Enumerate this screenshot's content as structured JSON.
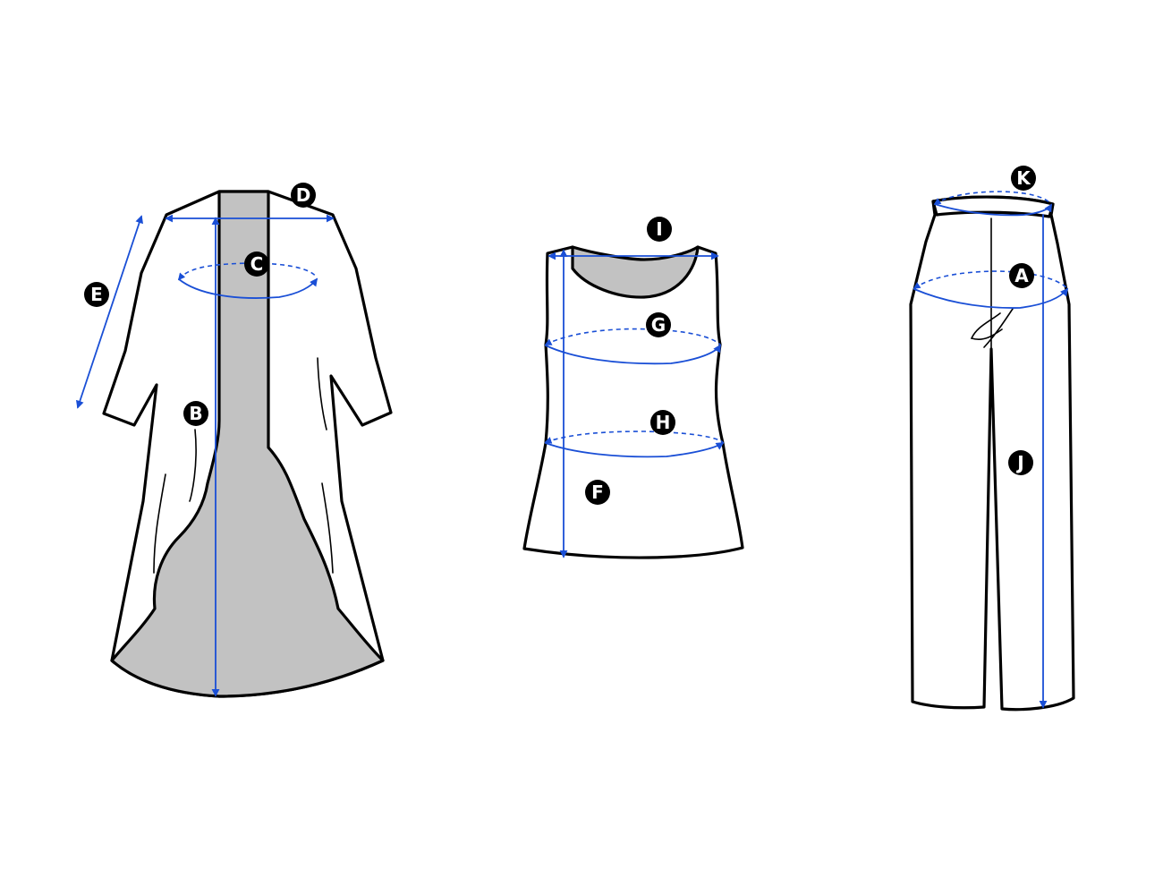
{
  "colors": {
    "measure_line": "#1a4fd6",
    "outline": "#000000",
    "lining": "#c2c2c2",
    "badge": "#000000",
    "badge_text": "#ffffff"
  },
  "garments": {
    "cardigan": {
      "labels": {
        "c": "C",
        "d": "D",
        "e": "E",
        "b": "B"
      }
    },
    "tank_top": {
      "labels": {
        "i": "I",
        "g": "G",
        "h": "H",
        "f": "F"
      }
    },
    "pants": {
      "labels": {
        "k": "K",
        "a": "A",
        "j": "J"
      }
    }
  }
}
